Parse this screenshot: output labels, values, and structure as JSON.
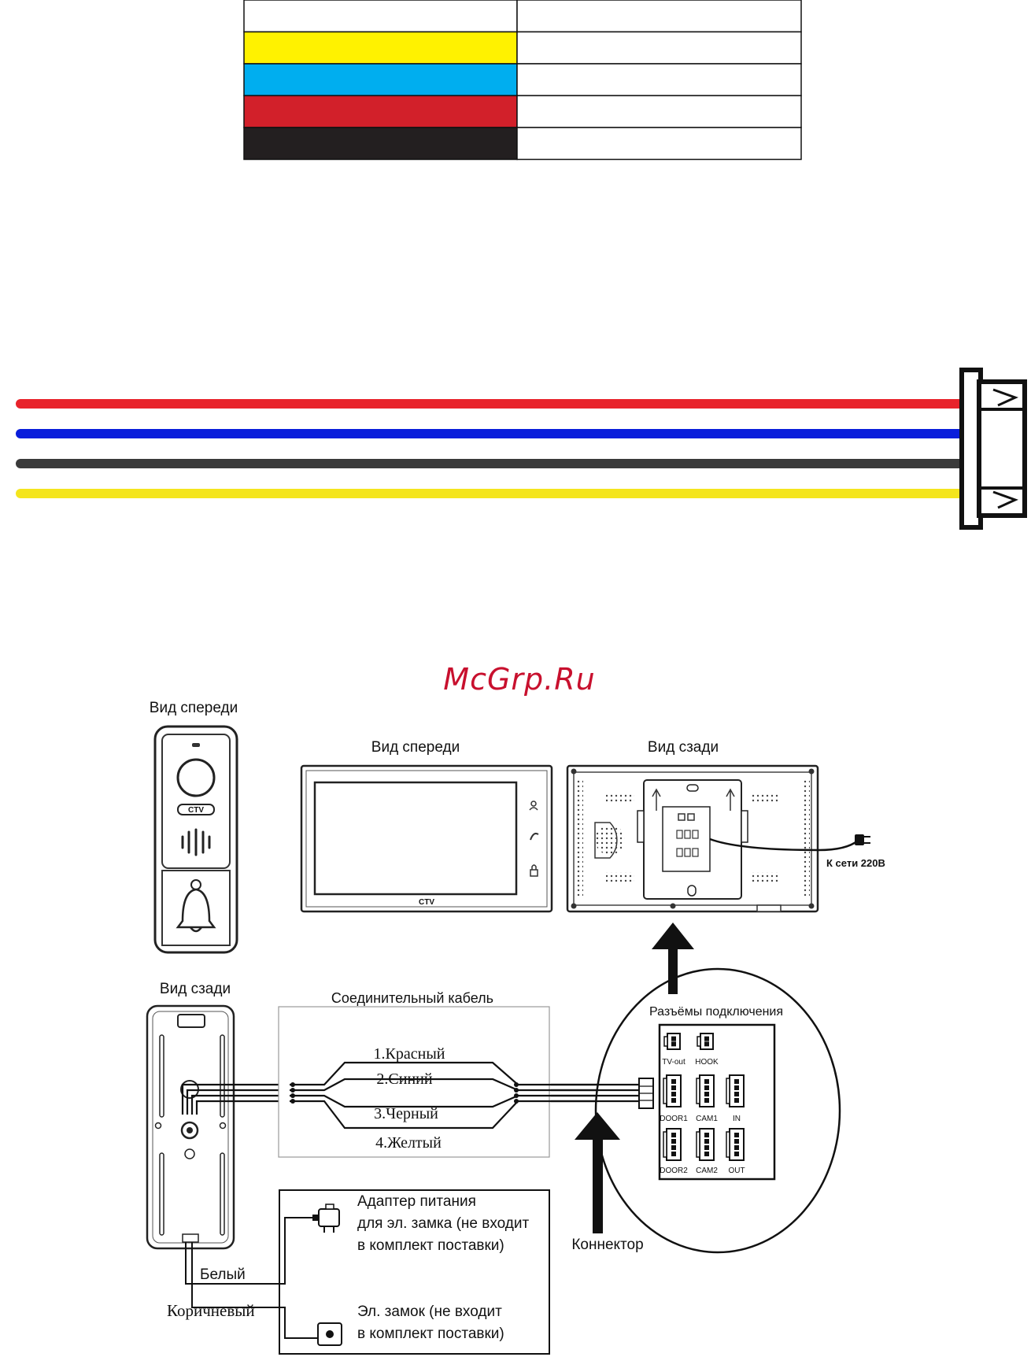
{
  "watermark": "McGrp.Ru",
  "color_table": {
    "rows": [
      {
        "color": "#ffffff",
        "value": ""
      },
      {
        "color": "#fff200",
        "value": ""
      },
      {
        "color": "#00aeef",
        "value": ""
      },
      {
        "color": "#d2202a",
        "value": ""
      },
      {
        "color": "#231f20",
        "value": ""
      }
    ]
  },
  "cable_strip": {
    "wire_colors": [
      "#e8232b",
      "#0a1edb",
      "#3a3a3a",
      "#f4e51d"
    ]
  },
  "panel": {
    "front_title": "Вид спереди",
    "back_title": "Вид сзади",
    "logo_text": "CTV"
  },
  "monitor": {
    "front_title": "Вид спереди",
    "back_title": "Вид сзади",
    "logo_text": "CTV",
    "power_label": "К сети 220В"
  },
  "cable": {
    "title": "Соединительный кабель",
    "wires": [
      {
        "label": "1.Красный"
      },
      {
        "label": "2.Синий"
      },
      {
        "label": "3.Черный"
      },
      {
        "label": "4.Желтый"
      }
    ]
  },
  "connectors": {
    "title": "Разъёмы подключения",
    "ports": [
      "TV-out",
      "HOOK",
      "DOOR1",
      "CAM1",
      "IN",
      "DOOR2",
      "CAM2",
      "OUT"
    ],
    "connector_label": "Коннектор"
  },
  "lock": {
    "adapter_lines": [
      "Адаптер питания",
      "для эл. замка (не входит",
      "в комплект поставки)"
    ],
    "lock_lines": [
      "Эл. замок (не входит",
      "в комплект поставки)"
    ],
    "wire_white": "Белый",
    "wire_brown": "Коричневый"
  }
}
